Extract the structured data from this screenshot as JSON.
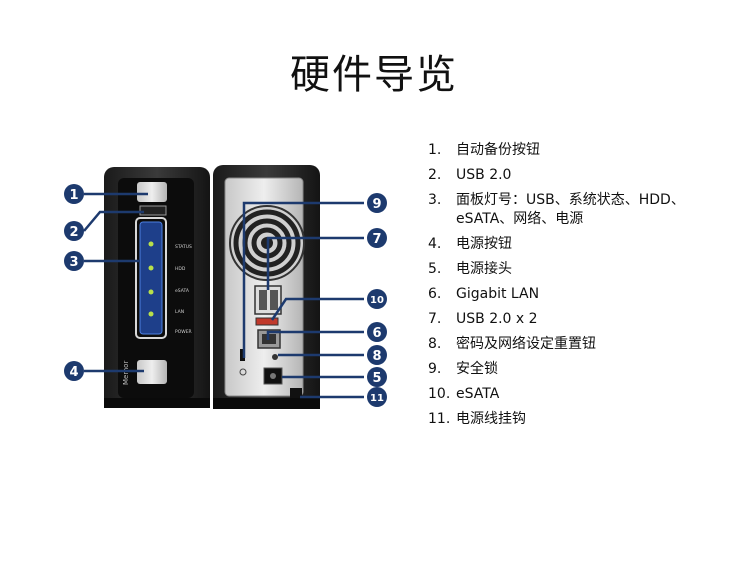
{
  "title": "硬件导览",
  "callout_numbers": [
    "1",
    "2",
    "3",
    "4",
    "5",
    "6",
    "7",
    "8",
    "9",
    "10",
    "11"
  ],
  "colors": {
    "callout_fill": "#1d3a6e",
    "leader_line": "#1d3a6e",
    "accent_blue": "#2b4f9e",
    "led_green": "#b8e04a"
  },
  "front_panel": {
    "brand": "Memor",
    "indicators": [
      "STATUS",
      "HDD",
      "eSATA",
      "LAN",
      "POWER"
    ]
  },
  "components": [
    {
      "num": "1.",
      "label": "自动备份按钮"
    },
    {
      "num": "2.",
      "label": "USB 2.0"
    },
    {
      "num": "3.",
      "label": "面板灯号：USB、系统状态、HDD、eSATA、网络、电源"
    },
    {
      "num": "4.",
      "label": "电源按钮"
    },
    {
      "num": "5.",
      "label": "电源接头"
    },
    {
      "num": "6.",
      "label": "Gigabit LAN"
    },
    {
      "num": "7.",
      "label": "USB 2.0 x 2"
    },
    {
      "num": "8.",
      "label": "密码及网络设定重置钮"
    },
    {
      "num": "9.",
      "label": "安全锁"
    },
    {
      "num": "10.",
      "label": "eSATA"
    },
    {
      "num": "11.",
      "label": "电源线挂钩"
    }
  ]
}
